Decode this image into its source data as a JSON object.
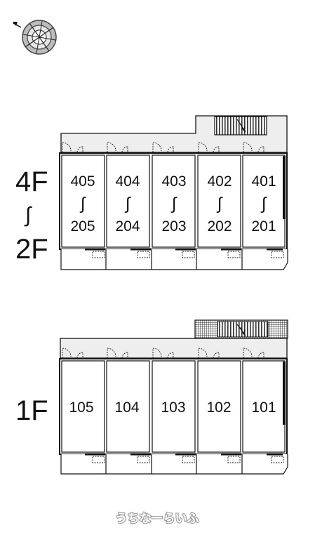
{
  "compass": {
    "icon": "compass-rose-icon"
  },
  "upper_block": {
    "floor_label_top": "4F",
    "floor_label_range_mark": "∫",
    "floor_label_bottom": "2F",
    "units": [
      {
        "top": "405",
        "mark": "∫",
        "bottom": "205"
      },
      {
        "top": "404",
        "mark": "∫",
        "bottom": "204"
      },
      {
        "top": "403",
        "mark": "∫",
        "bottom": "203"
      },
      {
        "top": "402",
        "mark": "∫",
        "bottom": "202"
      },
      {
        "top": "401",
        "mark": "∫",
        "bottom": "201"
      }
    ]
  },
  "lower_block": {
    "floor_label": "1F",
    "units": [
      "105",
      "104",
      "103",
      "102",
      "101"
    ]
  },
  "watermark": "うちなーらいふ",
  "colors": {
    "line": "#111111",
    "corridor_fill": "#eeeeee",
    "stair_hatch": "#555555",
    "watermark_stroke": "#9b9b9b"
  }
}
